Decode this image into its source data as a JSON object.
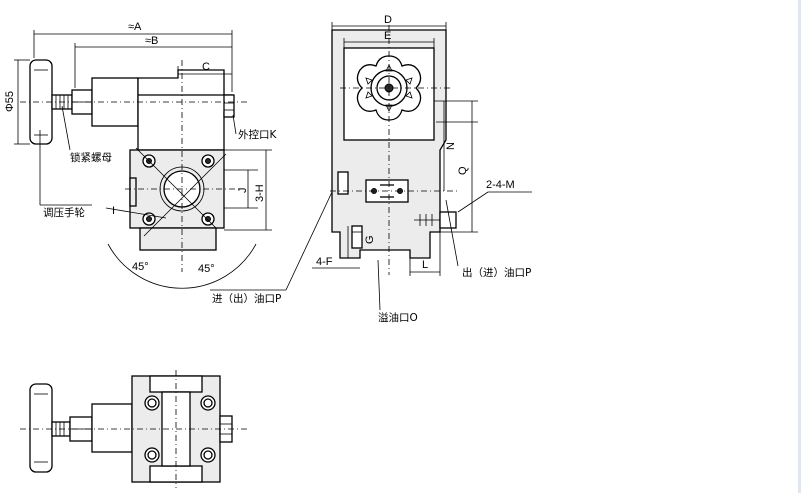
{
  "labels": {
    "dim_a": "≈A",
    "dim_b": "≈B",
    "dim_c": "C",
    "dim_phi55": "Φ55",
    "dim_d": "D",
    "dim_e": "E",
    "dim_n": "N",
    "dim_q": "Q",
    "dim_j": "J",
    "dim_3h": "3-H",
    "dim_i": "I",
    "angle_left": "45°",
    "angle_right": "45°",
    "dim_g": "G",
    "dim_4f": "4-F",
    "dim_l": "L",
    "dim_24m": "2-4-M",
    "ext_control_port": "外控口K",
    "lock_nut": "锁紧螺母",
    "handwheel": "调压手轮",
    "inlet_port": "进（出）油口P",
    "overflow_port": "溢油口O",
    "outlet_port": "出（进）油口P"
  }
}
